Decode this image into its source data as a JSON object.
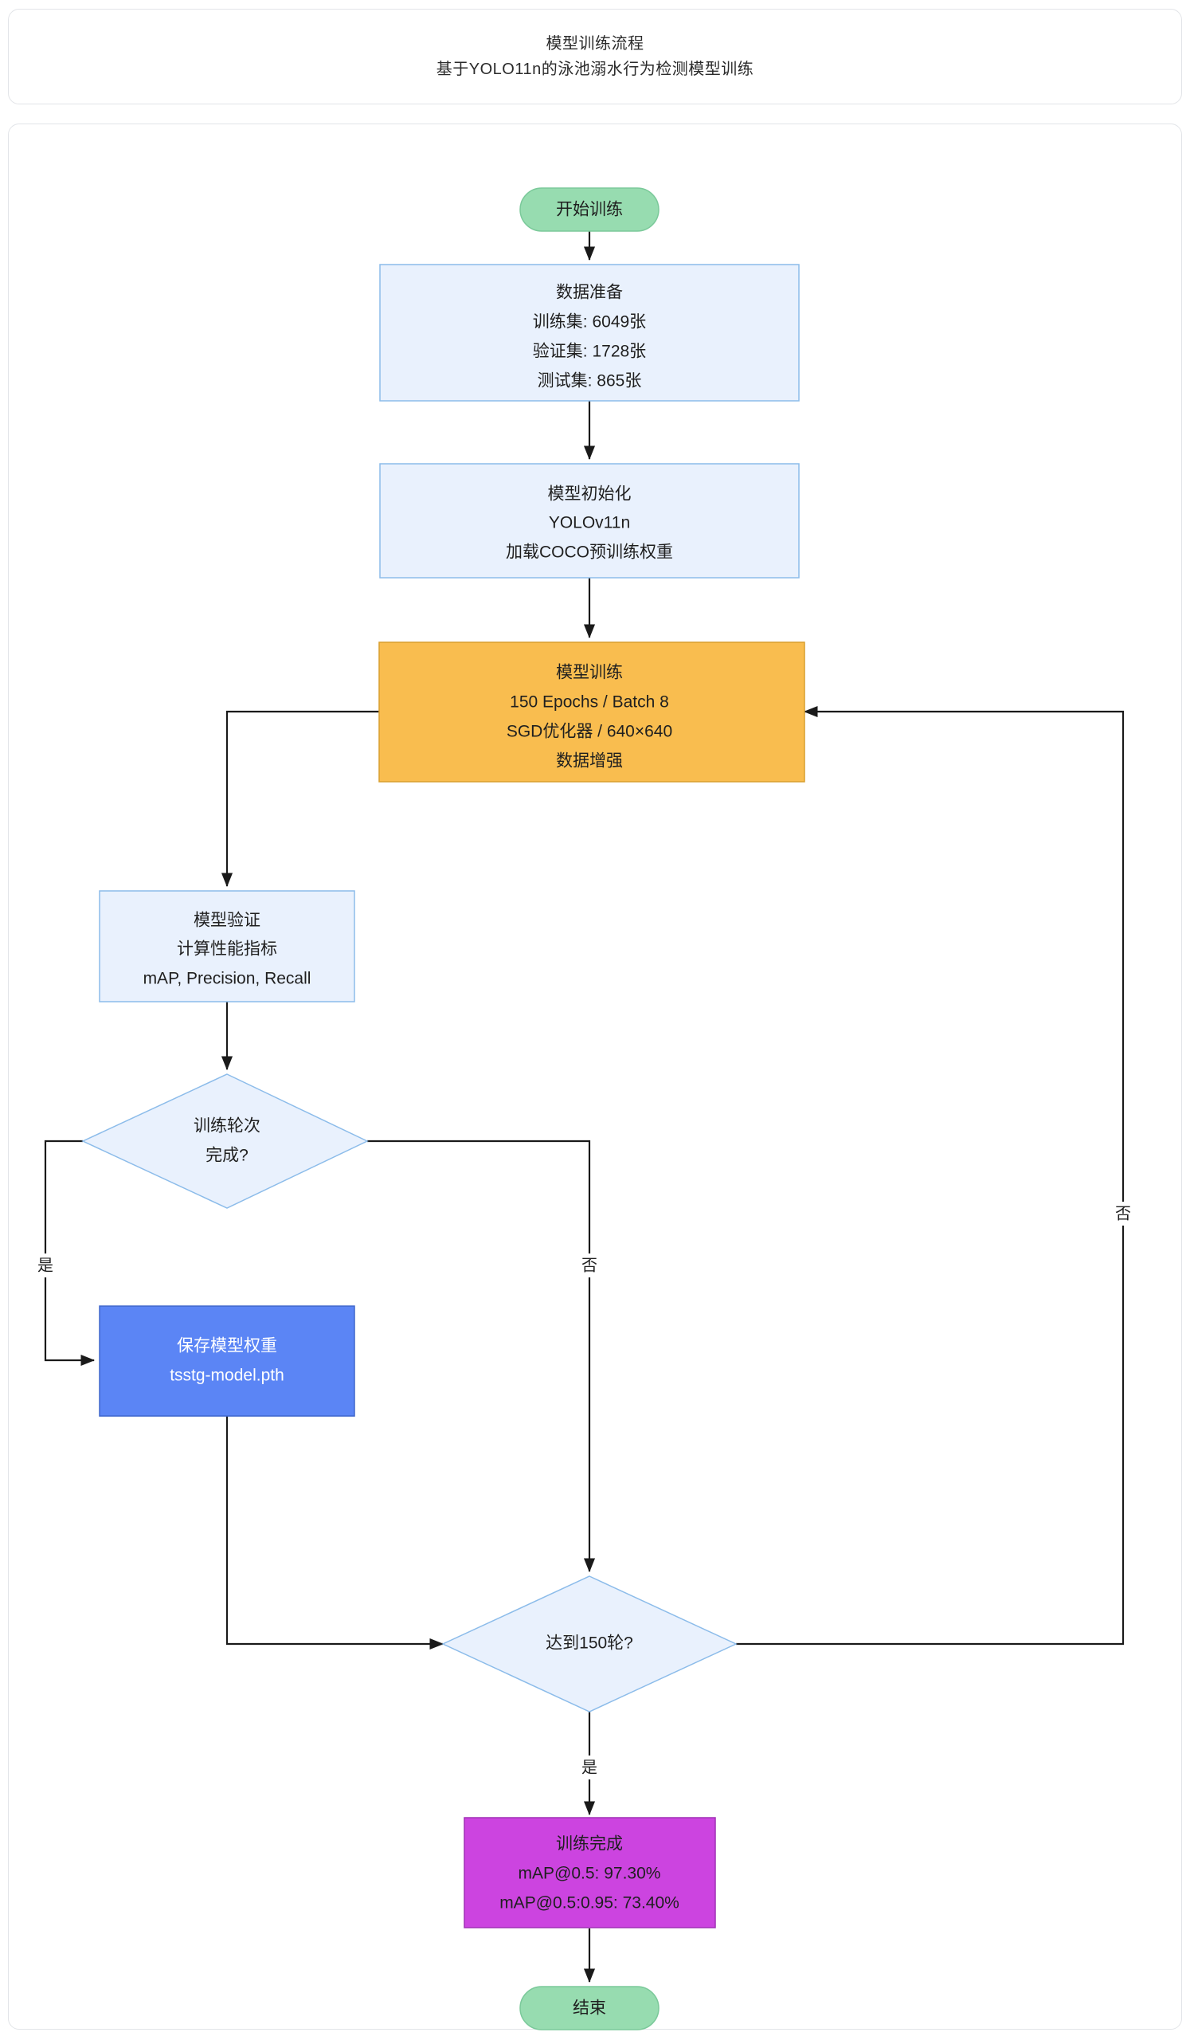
{
  "header": {
    "title": "模型训练流程",
    "subtitle": "基于YOLO11n的泳池溺水行为检测模型训练"
  },
  "colors": {
    "terminal_fill": "#97dcb0",
    "terminal_stroke": "#7bc99a",
    "process_fill": "#e9f1fd",
    "process_stroke": "#8cbcea",
    "training_fill": "#f9bd4f",
    "training_stroke": "#d99f2e",
    "decision_fill": "#e9f1fd",
    "decision_stroke": "#8cbcea",
    "save_fill": "#5b85f5",
    "save_stroke": "#3f66cc",
    "complete_fill": "#cc44e0",
    "complete_stroke": "#a030b5",
    "edge": "#1a1a1a",
    "panel_border": "#e2e4e8"
  },
  "nodes": {
    "start": {
      "label": "开始训练"
    },
    "data_prep": {
      "line1": "数据准备",
      "line2": "训练集: 6049张",
      "line3": "验证集: 1728张",
      "line4": "测试集: 865张"
    },
    "model_init": {
      "line1": "模型初始化",
      "line2": "YOLOv11n",
      "line3": "加载COCO预训练权重"
    },
    "training": {
      "line1": "模型训练",
      "line2": "150 Epochs / Batch 8",
      "line3": "SGD优化器 / 640×640",
      "line4": "数据增强"
    },
    "validation": {
      "line1": "模型验证",
      "line2": "计算性能指标",
      "line3": "mAP, Precision, Recall"
    },
    "decision_epoch": {
      "line1": "训练轮次",
      "line2": "完成?"
    },
    "save_weights": {
      "line1": "保存模型权重",
      "line2": "tsstg-model.pth"
    },
    "decision_150": {
      "line1": "达到150轮?"
    },
    "complete": {
      "line1": "训练完成",
      "line2": "mAP@0.5: 97.30%",
      "line3": "mAP@0.5:0.95: 73.40%"
    },
    "end": {
      "label": "结束"
    }
  },
  "edge_labels": {
    "epoch_yes": "是",
    "epoch_no": "否",
    "loop_no": "否",
    "final_yes": "是"
  },
  "chart_data": {
    "type": "diagram",
    "title": "模型训练流程",
    "subtitle": "基于YOLO11n的泳池溺水行为检测模型训练",
    "nodes": [
      {
        "id": "start",
        "shape": "stadium",
        "text": "开始训练",
        "fill": "#97dcb0"
      },
      {
        "id": "data_prep",
        "shape": "rect",
        "text": "数据准备 / 训练集: 6049张 / 验证集: 1728张 / 测试集: 865张",
        "fill": "#e9f1fd"
      },
      {
        "id": "model_init",
        "shape": "rect",
        "text": "模型初始化 / YOLOv11n / 加载COCO预训练权重",
        "fill": "#e9f1fd"
      },
      {
        "id": "training",
        "shape": "rect",
        "text": "模型训练 / 150 Epochs / Batch 8 / SGD优化器 / 640×640 / 数据增强",
        "fill": "#f9bd4f"
      },
      {
        "id": "validation",
        "shape": "rect",
        "text": "模型验证 / 计算性能指标 / mAP, Precision, Recall",
        "fill": "#e9f1fd"
      },
      {
        "id": "decision_epoch",
        "shape": "diamond",
        "text": "训练轮次完成?",
        "fill": "#e9f1fd"
      },
      {
        "id": "save_weights",
        "shape": "rect",
        "text": "保存模型权重 / tsstg-model.pth",
        "fill": "#5b85f5"
      },
      {
        "id": "decision_150",
        "shape": "diamond",
        "text": "达到150轮?",
        "fill": "#e9f1fd"
      },
      {
        "id": "complete",
        "shape": "rect",
        "text": "训练完成 / mAP@0.5: 97.30% / mAP@0.5:0.95: 73.40%",
        "fill": "#cc44e0"
      },
      {
        "id": "end",
        "shape": "stadium",
        "text": "结束",
        "fill": "#97dcb0"
      }
    ],
    "edges": [
      {
        "from": "start",
        "to": "data_prep",
        "label": ""
      },
      {
        "from": "data_prep",
        "to": "model_init",
        "label": ""
      },
      {
        "from": "model_init",
        "to": "training",
        "label": ""
      },
      {
        "from": "training",
        "to": "validation",
        "label": ""
      },
      {
        "from": "validation",
        "to": "decision_epoch",
        "label": ""
      },
      {
        "from": "decision_epoch",
        "to": "save_weights",
        "label": "是"
      },
      {
        "from": "decision_epoch",
        "to": "decision_150",
        "label": "否"
      },
      {
        "from": "save_weights",
        "to": "decision_150",
        "label": ""
      },
      {
        "from": "decision_150",
        "to": "training",
        "label": "否"
      },
      {
        "from": "decision_150",
        "to": "complete",
        "label": "是"
      },
      {
        "from": "complete",
        "to": "end",
        "label": ""
      }
    ]
  }
}
